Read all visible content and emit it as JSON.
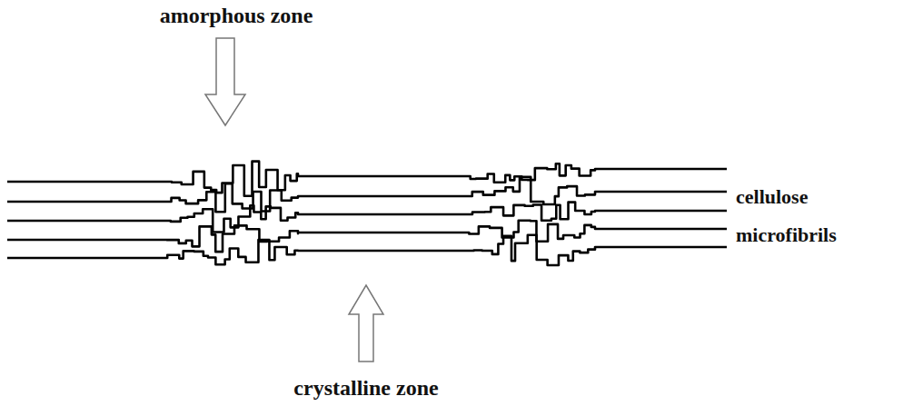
{
  "diagram": {
    "labels": [
      "amorphous zone",
      "crystalline zone",
      "cellulose microfibrils"
    ]
  }
}
